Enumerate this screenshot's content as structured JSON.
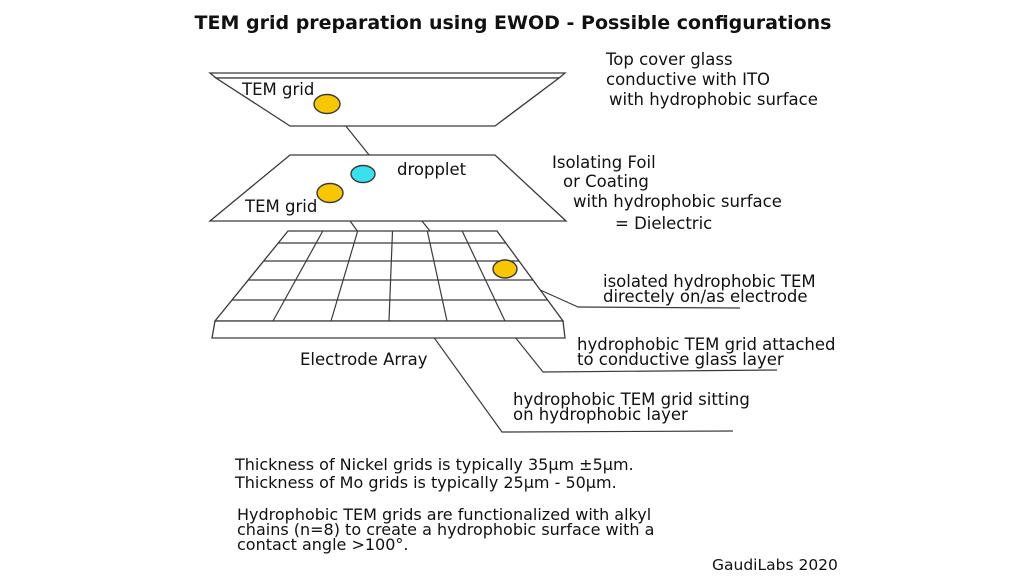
{
  "title": "TEM grid preparation using EWOD - Possible configurations",
  "colors": {
    "tem_grid_dot": "#F8C602",
    "droplet_dot": "#3BE0EE",
    "outline": "#3a3a3a",
    "text": "#111111"
  },
  "layers": {
    "top_glass": {
      "tem_grid_label": "TEM grid"
    },
    "foil": {
      "droplet_label": "dropplet",
      "tem_grid_label": "TEM grid"
    },
    "electrode_array": {
      "label": "Electrode Array",
      "columns": 6,
      "rows": 5
    }
  },
  "annotations": {
    "top_cover": {
      "lines": [
        "Top cover glass",
        "conductive with ITO",
        "with hydrophobic surface"
      ]
    },
    "isolating": {
      "lines": [
        "Isolating Foil",
        "or Coating",
        "with hydrophobic surface",
        "= Dielectric"
      ]
    },
    "isolated_tem": {
      "lines": [
        "isolated hydrophobic TEM",
        "directely on/as electrode"
      ]
    },
    "attached": {
      "lines": [
        "hydrophobic TEM grid attached",
        "to conductive glass layer"
      ]
    },
    "sitting": {
      "lines": [
        "hydrophobic TEM grid sitting",
        "on hydrophobic layer"
      ]
    }
  },
  "notes": {
    "thickness": [
      "Thickness of Nickel grids is typically 35μm ±5μm.",
      "Thickness of Mo grids is typically 25μm - 50μm."
    ],
    "functionalization": [
      "Hydrophobic TEM grids are functionalized with alkyl",
      "chains (n=8) to create a hydrophobic surface with a",
      "contact angle >100°."
    ]
  },
  "footer": "GaudiLabs 2020"
}
